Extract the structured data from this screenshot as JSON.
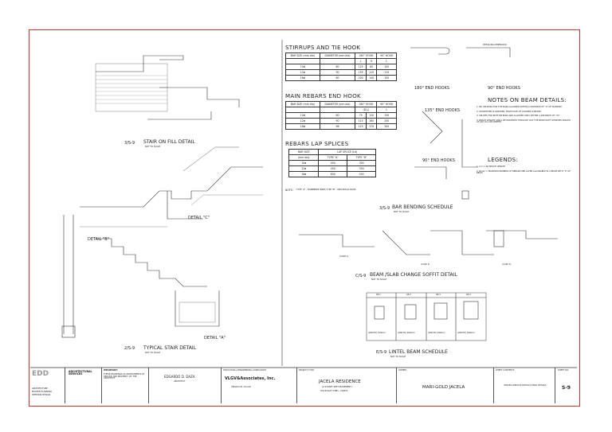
{
  "details": {
    "stair_on_fill": {
      "num": "3",
      "sheet": "S-9",
      "title": "STAIR ON FILL DETAIL",
      "scale": "NOT TO SCALE"
    },
    "typical_stair": {
      "num": "2",
      "sheet": "S-9",
      "title": "TYPICAL STAIR DETAIL",
      "scale": "NOT TO SCALE"
    },
    "detail_c": "DETAIL \"C\"",
    "detail_b": "DETAIL \"B\"",
    "detail_a": "DETAIL \"A\"",
    "bar_bending": {
      "num": "3",
      "sheet": "S-9",
      "title": "BAR BENDING SCHEDULE",
      "scale": "NOT TO SCALE"
    },
    "beam_slab": {
      "num": "C",
      "sheet": "S-9",
      "title": "BEAM /SLAB CHANGE SOFFIT DETAIL",
      "scale": "NOT TO SCALE",
      "case1": "(CASE 1)",
      "case2": "(CASE 2)",
      "case3": "(CASE 3)"
    },
    "lintel": {
      "num": "E",
      "sheet": "S-9",
      "title": "LINTEL BEAM SCHEDULE",
      "scale": "NOT TO SCALE"
    }
  },
  "stirrups": {
    "title": "STIRRUPS AND TIE HOOK",
    "headers": [
      "BAR SIZE (mm dia)",
      "DIAMETER (mm dia)",
      "180° HOOK",
      "",
      "90° HOOK"
    ],
    "subheaders": [
      "",
      "",
      "L",
      "H",
      "L"
    ],
    "rows": [
      [
        "10ø",
        "60",
        "125",
        "85",
        "100"
      ],
      [
        "12ø",
        "90",
        "155",
        "115",
        "115"
      ],
      [
        "16ø",
        "80",
        "200",
        "140",
        "150"
      ]
    ]
  },
  "main_rebars": {
    "title": "MAIN REBARS END HOOK",
    "headers": [
      "BAR SIZE (mm dia)",
      "DIAMETER (mm dia)",
      "180° HOOK",
      "90° HOOK"
    ],
    "subheaders": [
      "",
      "",
      "(D-L)",
      "L"
    ],
    "rows": [
      [
        "10ø",
        "80",
        "75",
        "120",
        "150"
      ],
      [
        "12ø",
        "90",
        "115",
        "160",
        "200"
      ],
      [
        "16ø",
        "96",
        "125",
        "170",
        "200"
      ]
    ]
  },
  "lap_splices": {
    "title": "REBARS LAP SPLICES",
    "headers": [
      "BAR SIZE",
      "LAP SPLICE (Ld)"
    ],
    "subheaders": [
      "(mm dia)",
      "TYPE \"A\"",
      "TYPE \"B\""
    ],
    "rows": [
      [
        "10ø",
        "400",
        "300"
      ],
      [
        "12ø",
        "450",
        "350"
      ],
      [
        "16ø",
        "600",
        "450"
      ]
    ],
    "note_label": "NOTE:",
    "note": "TYPE \"A\" - NUMBERED BARS  TYPE \"B\" - INDIVIDUAL BARS"
  },
  "hooks": {
    "h180": "180° END HOOKS",
    "h90": "90° END HOOKS",
    "h135": "135° END HOOKS",
    "h90b": "90° END HOOKS",
    "detailing": "DETAILING DIMENSION"
  },
  "notes_title": "NOTES ON BEAM DETAILS:",
  "notes": [
    "1. NO SPLICING FOR TOP BARS ALLOWED WITHIN A DISTANCE OF \"d\" OF SUPPORT",
    "2. WHICHEVER IS GREATER, FROM FACE OF COLUMN SUPPORT",
    "3. SPLICES FOR BOTTOM BARS ARE ALLOWED ONLY WITHIN A DISTANCE OF \"2d\"",
    "4. BRACE LENGTH SHALL BE PROVIDED THROUGH OUT THE BEAM WITH STIRRUPS SPACED AT 100 mm ON CENTER"
  ],
  "legends_title": "LEGENDS:",
  "legends": [
    "1. Ld = LAP SPLICE LENGTH",
    "2. Nmax = MAXIMUM NUMBER OF REBARS PER LAYER ALLOWABLE IN A BEAM WITH \"b\" OF BEAM"
  ],
  "lintel_cols": [
    "LB-1",
    "LB-2",
    "LB-3",
    "LB-4"
  ],
  "lintel_specs": [
    "(WIDTH) 150mm",
    "(WIDTH) 200mm",
    "(WIDTH) 250mm",
    "(WIDTH) 300mm"
  ],
  "title_block": {
    "logo": "EDD",
    "firm": "ARCHITECTURAL SERVICES",
    "services": [
      "ARCHITECTURE",
      "MASTER PLANNING",
      "INTERIOR DESIGN"
    ],
    "important_label": "IMPORTANT:",
    "important": "THESE DRAWINGS AS INSTRUMENTS OF SERVICE ARE PROPERTY OF THE ARCHITECT",
    "architect": "EDGARDO D. DAZA",
    "architect_role": "ARCHITECT",
    "structural_label": "STRUCTURAL ENGINEERING CONSULTANT",
    "consultant": "VLGV&Associates, Inc.",
    "consultant_sub": "VIRGILIO B. VILLAR",
    "project_label": "PROJECT TITLE",
    "project": "JACELA RESIDENCE",
    "project_sub": "(2-STOREY WITH BASEMENT)",
    "project_loc": "HILLSVILLE SUBD., CAINTA",
    "owner_label": "OWNER",
    "owner": "MARI-GOLD JACELA",
    "content_label": "SHEET CONTENTS",
    "content": "MISCELLANEOUS DETAILS STAIR DETAILS",
    "sheet_label": "SHEET NO.",
    "sheet": "S-9"
  }
}
